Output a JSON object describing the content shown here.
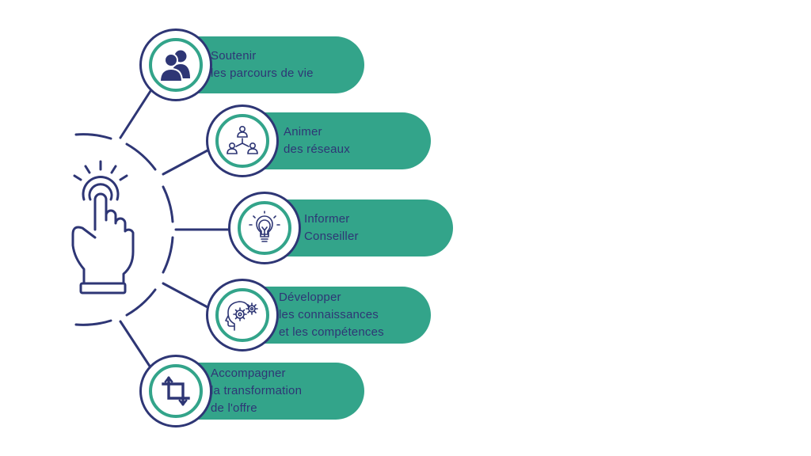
{
  "colors": {
    "navy": "#2e3675",
    "green": "#33a48a",
    "background": "#ffffff"
  },
  "center_icon": "hand-tap-icon",
  "items": [
    {
      "icon": "users-icon",
      "lines": [
        "Soutenir",
        "les parcours de vie"
      ]
    },
    {
      "icon": "network-icon",
      "lines": [
        "Animer",
        "des réseaux"
      ]
    },
    {
      "icon": "lightbulb-icon",
      "lines": [
        "Informer",
        "Conseiller"
      ]
    },
    {
      "icon": "head-gears-icon",
      "lines": [
        "Développer",
        "les connaissances",
        "et les compétences"
      ]
    },
    {
      "icon": "crop-icon",
      "lines": [
        "Accompagner",
        "la transformation",
        "de l'offre"
      ]
    }
  ]
}
